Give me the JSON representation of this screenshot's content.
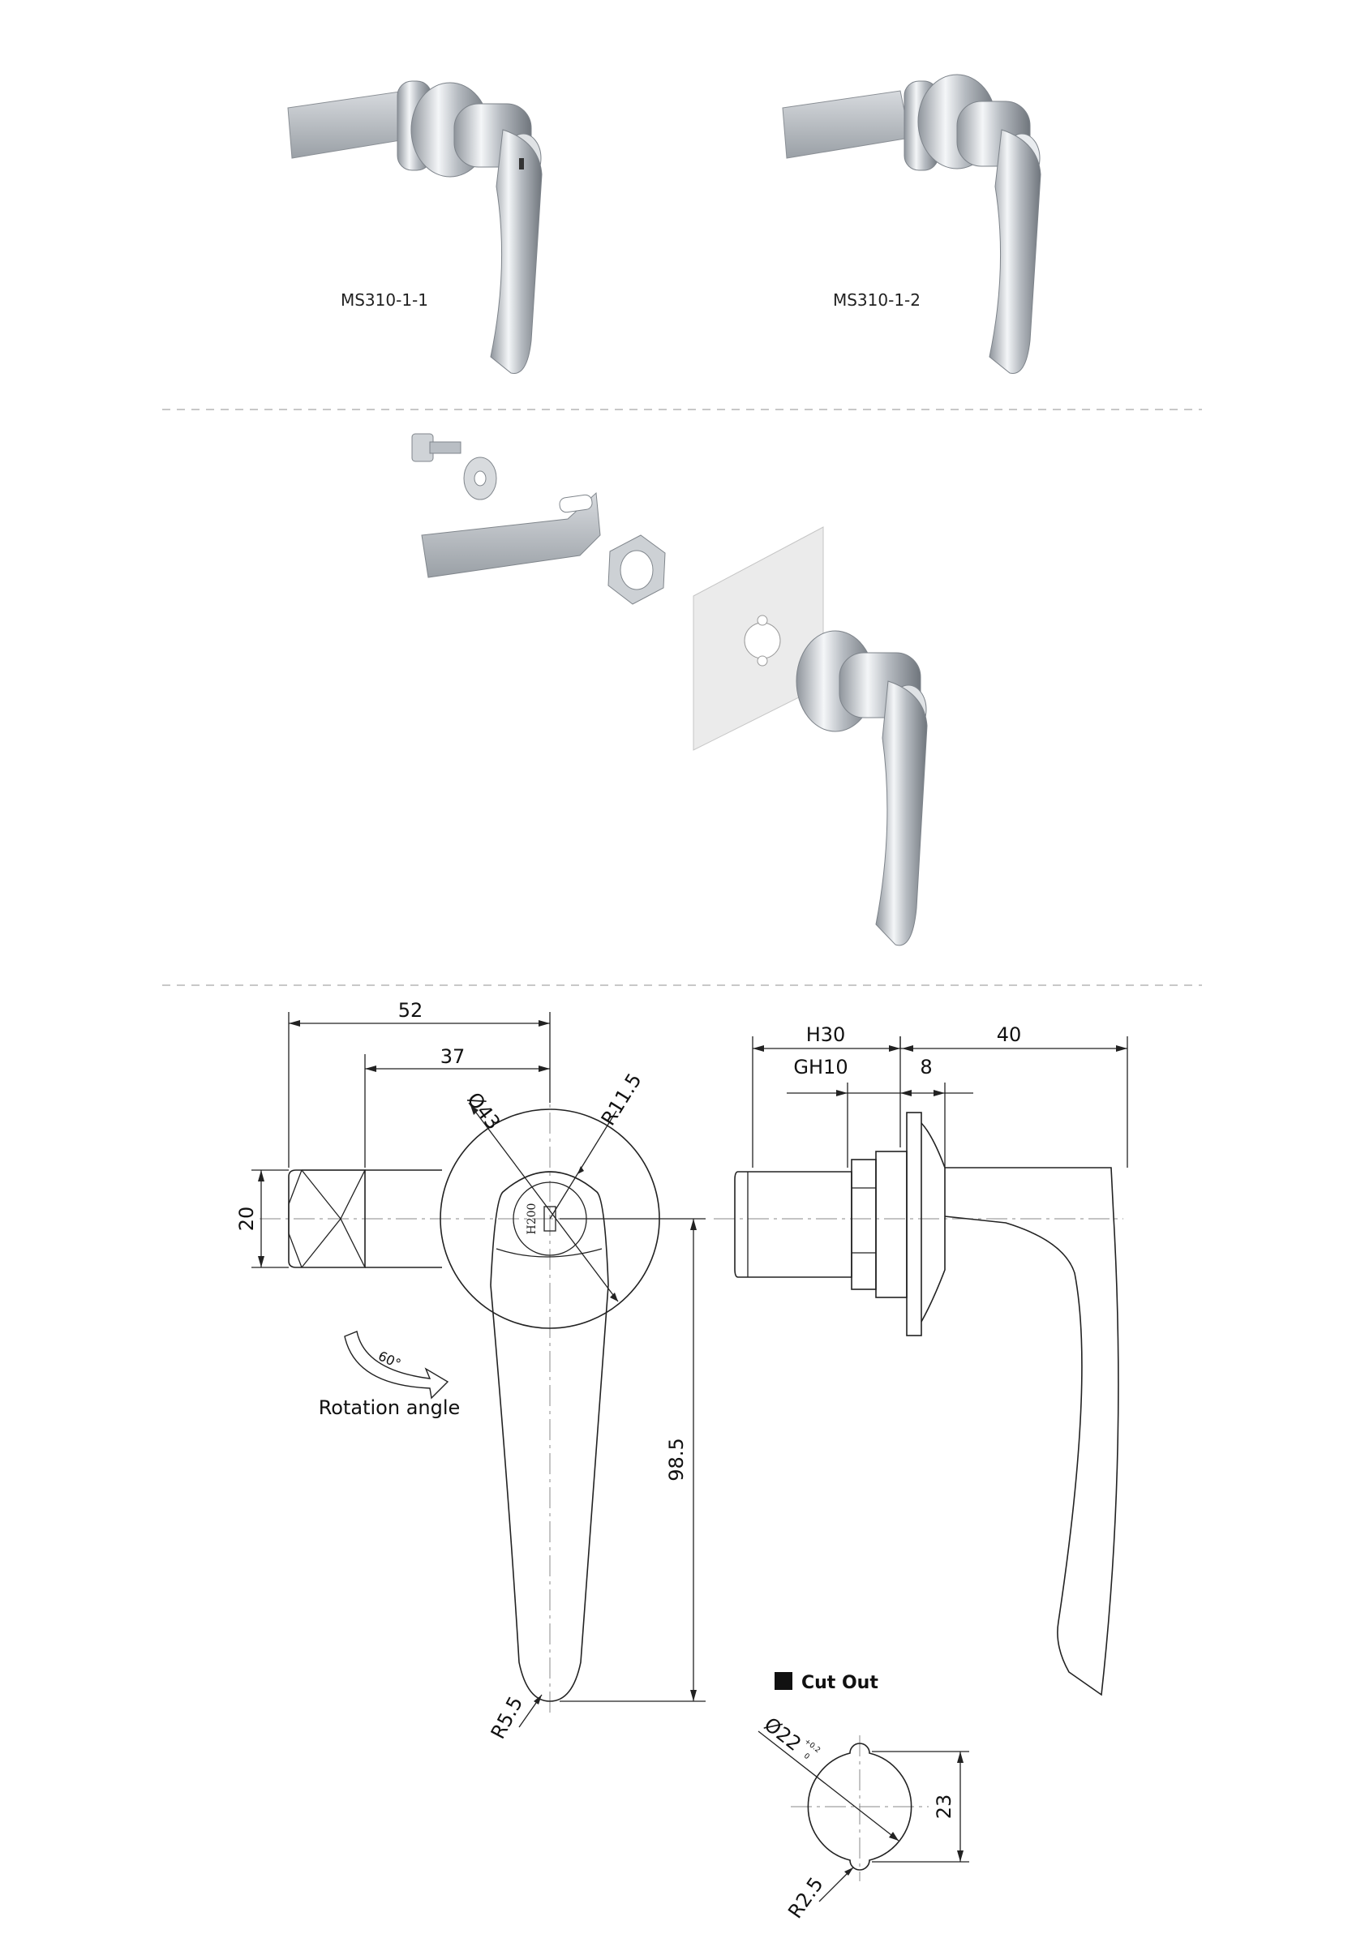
{
  "products": [
    {
      "code": "MS310-1-1"
    },
    {
      "code": "MS310-1-2"
    }
  ],
  "front_view": {
    "dim_52": "52",
    "dim_37": "37",
    "dim_20": "20",
    "dim_dia43": "Ø43",
    "dim_r115": "R11.5",
    "dim_985": "98.5",
    "dim_r55": "R5.5",
    "key_code": "H200",
    "rotation_value": "60°",
    "rotation_label": "Rotation angle"
  },
  "side_view": {
    "dim_h30": "H30",
    "dim_40": "40",
    "dim_gh10": "GH10",
    "dim_8": "8"
  },
  "cutout": {
    "title": "Cut Out",
    "dim_dia": "Ø22",
    "tol_plus": "+0.2",
    "tol_zero": "0",
    "dim_23": "23",
    "dim_r25": "R2.5"
  },
  "colors": {
    "line": "#222222",
    "chrome": "#c9cdd2",
    "separator": "#c8c8c8"
  }
}
